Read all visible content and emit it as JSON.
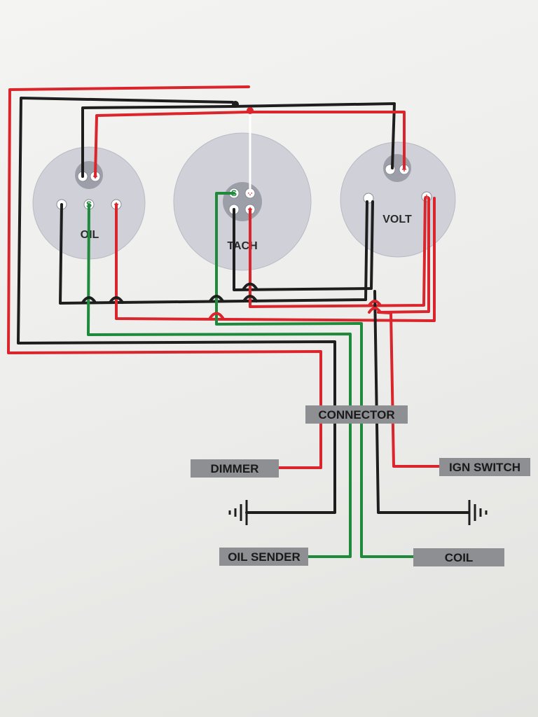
{
  "gauges": {
    "oil": "OIL",
    "tach": "TACH",
    "volt": "VOLT"
  },
  "terminal_marks": {
    "positive": "+",
    "sender": "S",
    "negative": "−"
  },
  "labels": {
    "connector": "CONNECTOR",
    "dimmer": "DIMMER",
    "ign_switch": "IGN SWITCH",
    "oil_sender": "OIL SENDER",
    "coil": "COIL"
  },
  "wire_colors": {
    "power": "#d9252b",
    "ground": "#1e1e1e",
    "signal": "#1f8a3c",
    "tach_signal": "#ffffff"
  },
  "symbols": [
    "ground-symbol-left",
    "ground-symbol-right"
  ]
}
